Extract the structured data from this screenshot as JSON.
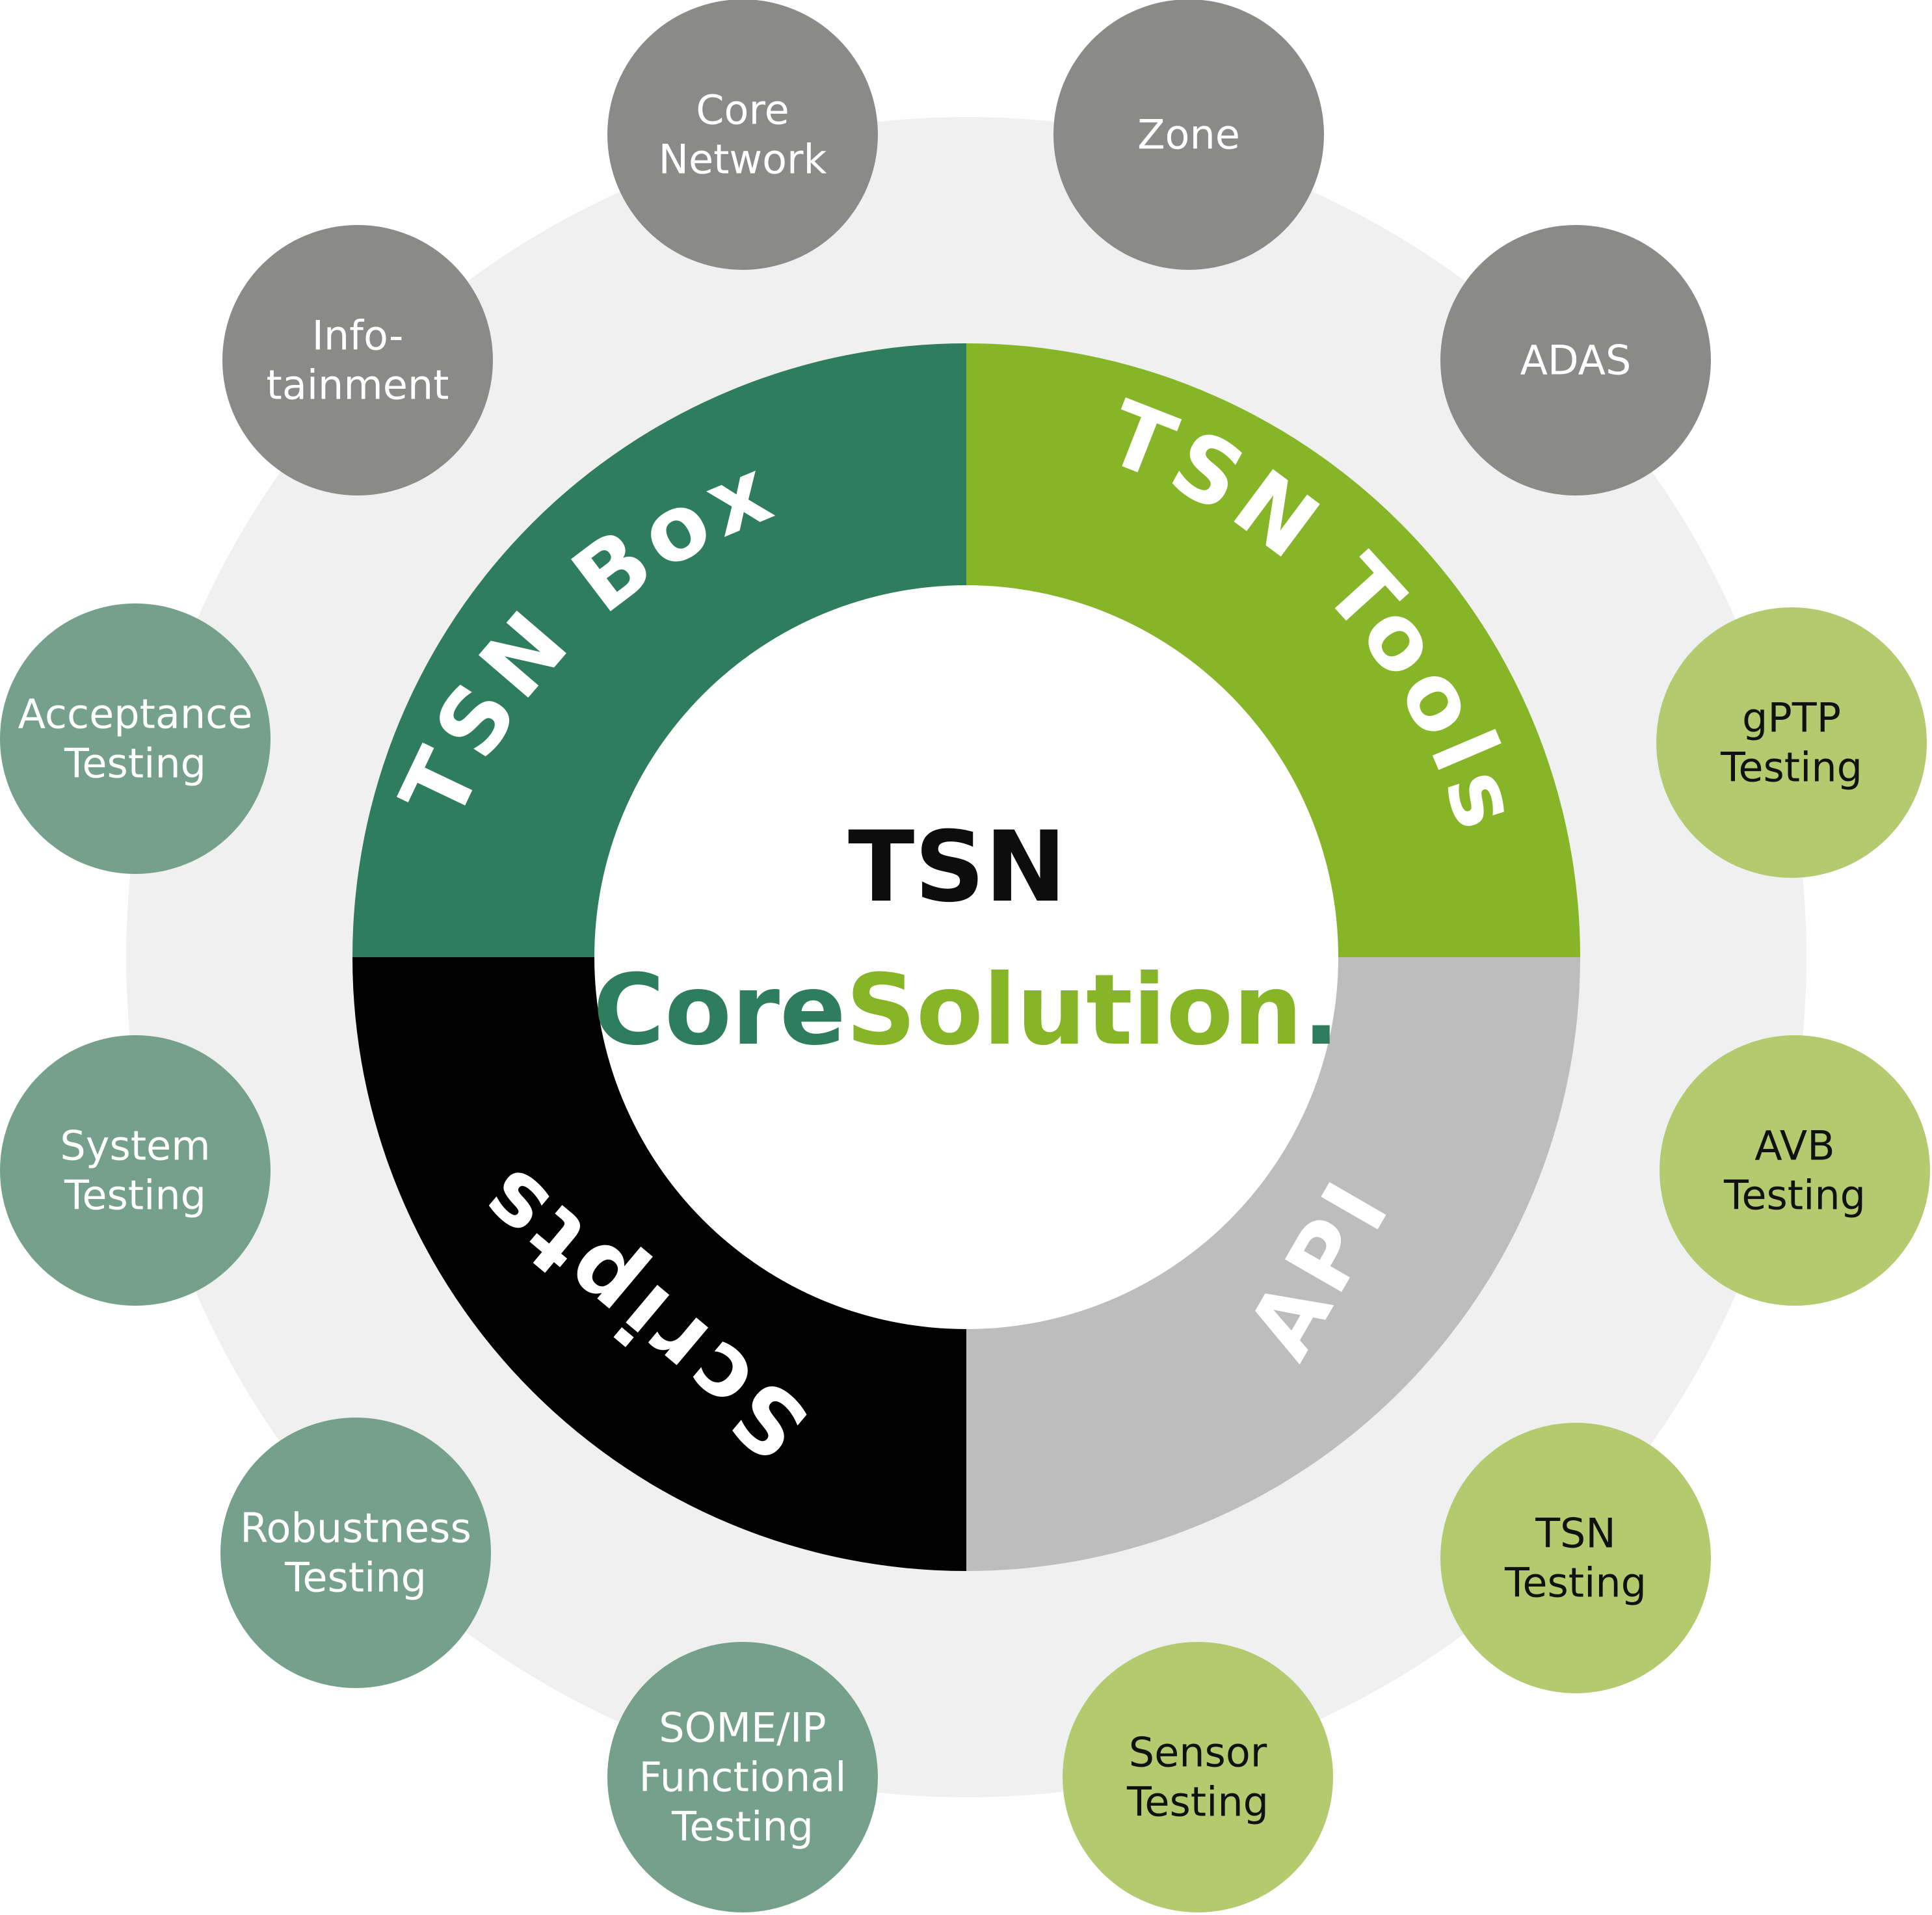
{
  "center": {
    "title": "TSN",
    "brand_part1": "Core",
    "brand_part2": "Solution",
    "brand_dot": "."
  },
  "segments": [
    {
      "id": "tsn-box",
      "label": "TSN Box",
      "color": "#2e7d5e"
    },
    {
      "id": "tsn-tools",
      "label": "TSN Tools",
      "color": "#87b528"
    },
    {
      "id": "api",
      "label": "API",
      "color": "#bdbdbd"
    },
    {
      "id": "scripts",
      "label": "Scripts",
      "color": "#000000"
    }
  ],
  "nodes": [
    {
      "id": "core-network",
      "lines": [
        "Core",
        "Network"
      ],
      "fill": "#8a8a88",
      "text_color": "#ffffff"
    },
    {
      "id": "zone",
      "lines": [
        "Zone"
      ],
      "fill": "#8a8a88",
      "text_color": "#ffffff"
    },
    {
      "id": "adas",
      "lines": [
        "ADAS"
      ],
      "fill": "#8a8a88",
      "text_color": "#ffffff"
    },
    {
      "id": "gptp-testing",
      "lines": [
        "gPTP",
        "Testing"
      ],
      "fill": "#b3cb6e",
      "text_color": "#111111"
    },
    {
      "id": "avb-testing",
      "lines": [
        "AVB",
        "Testing"
      ],
      "fill": "#b3cb6e",
      "text_color": "#111111"
    },
    {
      "id": "tsn-testing",
      "lines": [
        "TSN",
        "Testing"
      ],
      "fill": "#b3cb6e",
      "text_color": "#111111"
    },
    {
      "id": "sensor-testing",
      "lines": [
        "Sensor",
        "Testing"
      ],
      "fill": "#b3cb6e",
      "text_color": "#111111"
    },
    {
      "id": "someip-functional-testing",
      "lines": [
        "SOME/IP",
        "Functional",
        "Testing"
      ],
      "fill": "#75a08b",
      "text_color": "#ffffff"
    },
    {
      "id": "robustness-testing",
      "lines": [
        "Robustness",
        "Testing"
      ],
      "fill": "#75a08b",
      "text_color": "#ffffff"
    },
    {
      "id": "system-testing",
      "lines": [
        "System",
        "Testing"
      ],
      "fill": "#75a08b",
      "text_color": "#ffffff"
    },
    {
      "id": "acceptance-testing",
      "lines": [
        "Acceptance",
        "Testing"
      ],
      "fill": "#75a08b",
      "text_color": "#ffffff"
    },
    {
      "id": "infotainment",
      "lines": [
        "Info-",
        "tainment"
      ],
      "fill": "#8a8a88",
      "text_color": "#ffffff"
    }
  ],
  "colors": {
    "outer_ring": "#f0f0f0",
    "center_fill": "#ffffff",
    "brand_green_dark": "#2e7d5e",
    "brand_green_light": "#87b528"
  }
}
